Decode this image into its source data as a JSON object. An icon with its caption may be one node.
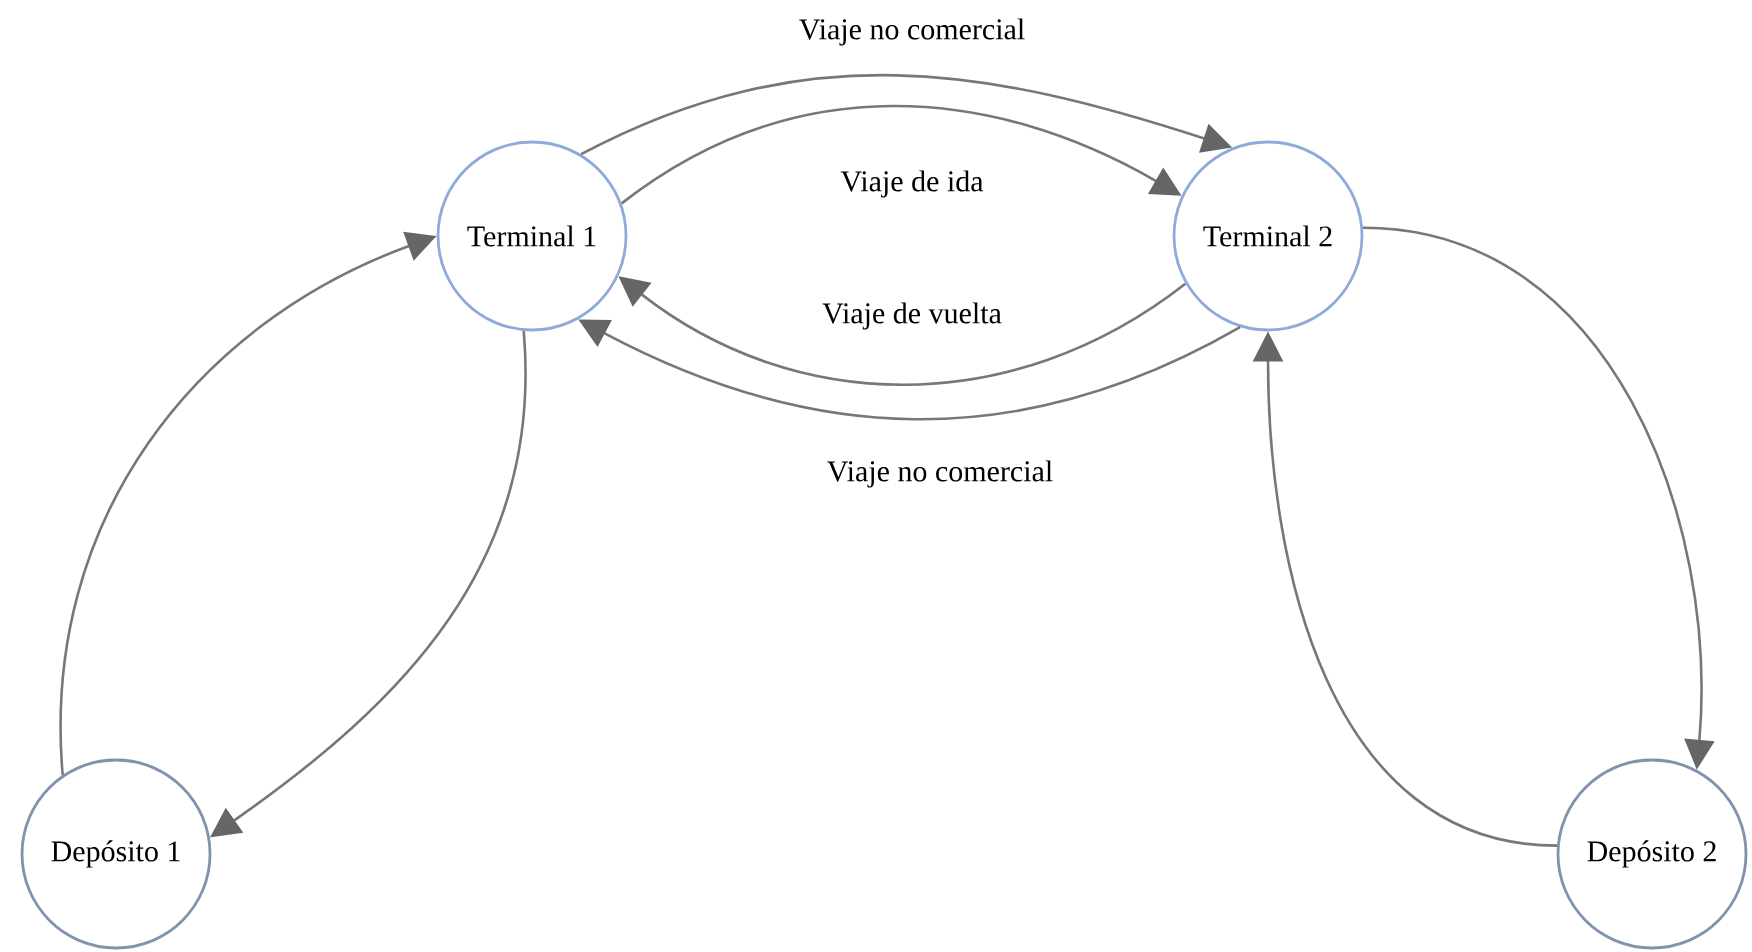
{
  "diagram": {
    "nodes": [
      {
        "text": [
          "Terminal 1"
        ]
      },
      {
        "text": [
          "Terminal 2"
        ]
      },
      {
        "text": [
          "Depósito 1"
        ]
      },
      {
        "text": [
          "Depósito 2"
        ]
      }
    ],
    "edges": [
      {
        "from": 0,
        "to": 1,
        "arrow": "to",
        "label": "Viaje no comercial"
      },
      {
        "from": 0,
        "to": 1,
        "arrow": "to",
        "label": "Viaje de ida"
      },
      {
        "from": 1,
        "to": 0,
        "arrow": "to",
        "label": "Viaje de vuelta"
      },
      {
        "from": 1,
        "to": 0,
        "arrow": "to",
        "label": "Viaje no comercial"
      },
      {
        "from": 2,
        "to": 0,
        "arrow": "to"
      },
      {
        "from": 0,
        "to": 2,
        "arrow": "to"
      },
      {
        "from": 1,
        "to": 3,
        "arrow": "to"
      },
      {
        "from": 3,
        "to": 1,
        "arrow": "to"
      }
    ]
  }
}
